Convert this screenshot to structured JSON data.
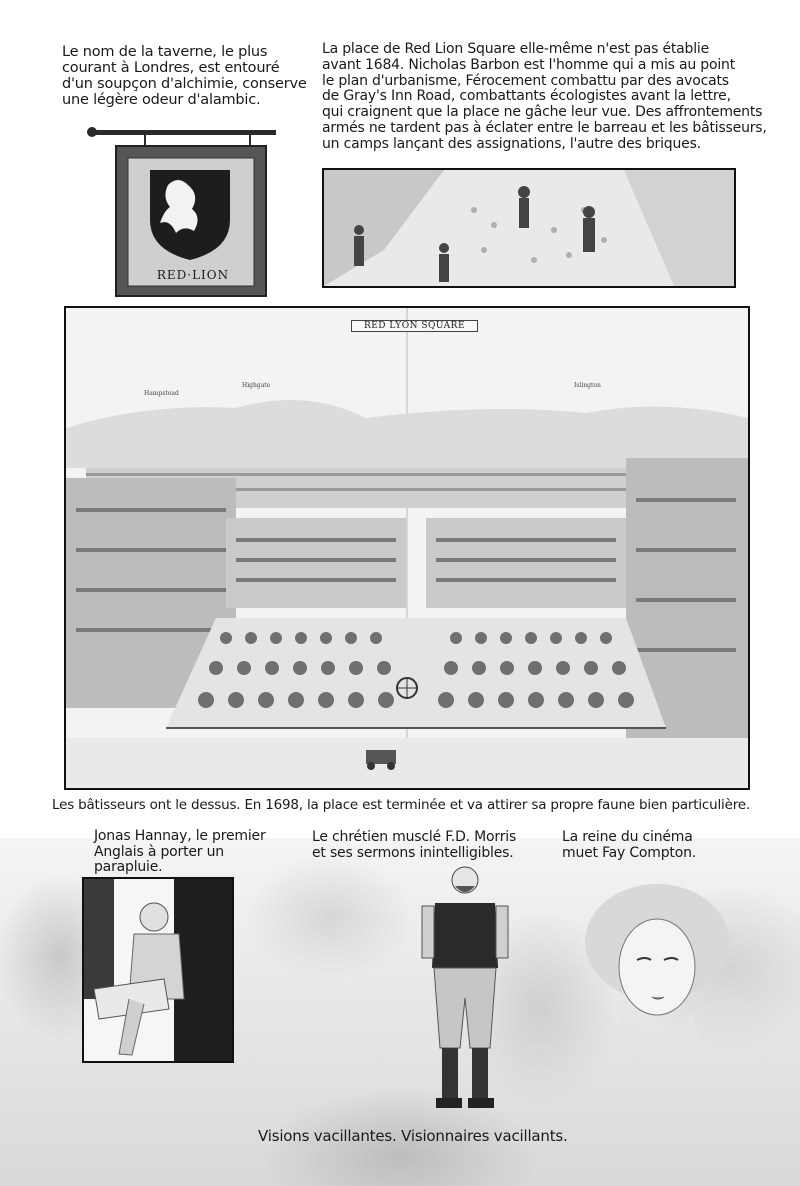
{
  "captions": {
    "tavern": [
      "Le nom de la taverne, le plus",
      "courant à Londres, est entouré",
      "d'un soupçon d'alchimie, conserve",
      "une légère odeur d'alambic."
    ],
    "square": [
      "La place de Red Lion Square elle-même n'est pas établie",
      "avant 1684. Nicholas Barbon est l'homme qui a mis au point",
      "le plan d'urbanisme, Férocement combattu par des avocats",
      "de Gray's Inn Road, combattants écologistes avant la lettre,",
      "qui craignent que la place ne gâche leur vue. Des affrontements",
      "armés ne tardent pas à éclater entre le barreau et les bâtisseurs,",
      "un camps lançant des assignations, l'autre des briques."
    ],
    "builders": "Les bâtisseurs ont le dessus. En 1698, la place est terminée et va attirer sa propre faune bien particulière.",
    "hannay": [
      "Jonas Hannay, le premier",
      "Anglais à porter un",
      "parapluie."
    ],
    "morris": [
      "Le chrétien musclé F.D. Morris",
      "et ses sermons inintelligibles."
    ],
    "compton": [
      "La reine du cinéma",
      "muet Fay Compton."
    ],
    "closing": "Visions vacillantes. Visionnaires vacillants."
  },
  "sign": {
    "text": "RED·LION"
  },
  "engraving": {
    "banner": "RED LYON SQUARE",
    "hill_left": "Hampstead",
    "hill_mid": "Highgate",
    "hill_right": "Islington"
  },
  "colors": {
    "ink": "#1a1a1a",
    "paper": "#ffffff",
    "panel_gray": "#dcdcdc"
  }
}
